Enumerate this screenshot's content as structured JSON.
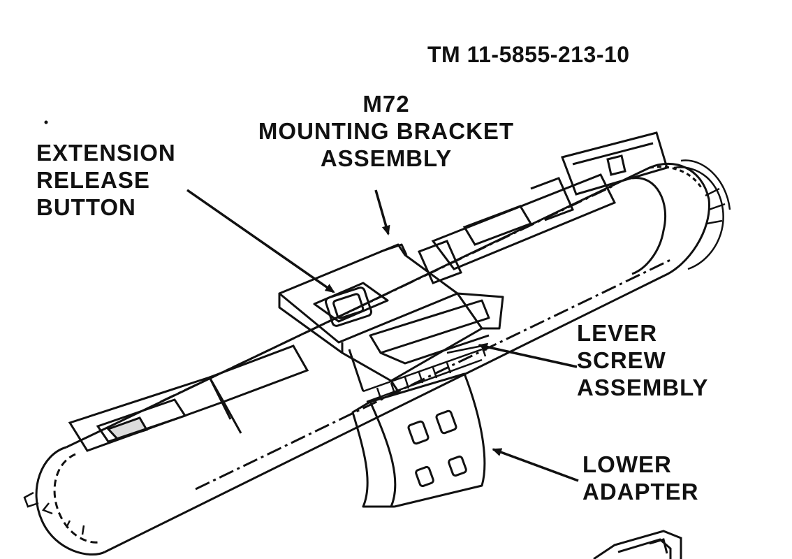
{
  "document": {
    "number": "TM 11-5855-213-10"
  },
  "callouts": {
    "mounting_bracket": [
      "M72",
      "MOUNTING BRACKET",
      "ASSEMBLY"
    ],
    "extension_release": [
      "EXTENSION",
      "RELEASE",
      "BUTTON"
    ],
    "lever_screw": [
      "LEVER",
      "SCREW",
      "ASSEMBLY"
    ],
    "lower_adapter": [
      "LOWER",
      "ADAPTER"
    ]
  },
  "colors": {
    "ink": "#111111",
    "paper": "#ffffff"
  }
}
